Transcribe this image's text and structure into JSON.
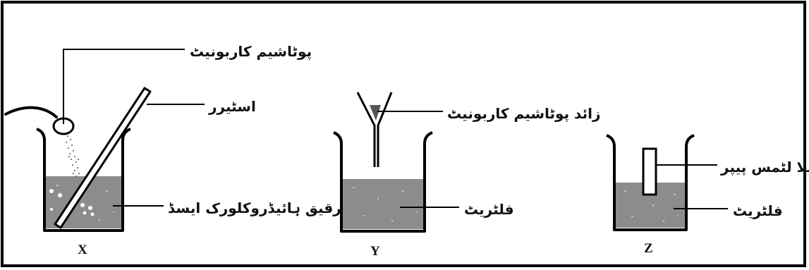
{
  "colors": {
    "frame": "#000000",
    "ink": "#111111",
    "liquid": "#8c8c8c",
    "liquid_speckle": "#bdbdbd",
    "background": "#ffffff"
  },
  "beaker_x": {
    "caption": "X",
    "labels": {
      "potassium_carbonate": "پوٹاشیم کاربونیٹ",
      "stirrer": "اسٹیرر",
      "dilute_hcl": "رقیق ہائیڈروکلورک ایسڈ"
    }
  },
  "beaker_y": {
    "caption": "Y",
    "labels": {
      "excess_potassium_carbonate": "زائد پوٹاشیم کاربونیٹ",
      "filtrate": "فلٹریٹ"
    }
  },
  "beaker_z": {
    "caption": "Z",
    "labels": {
      "blue_litmus_paper": "نیلا لٹمس پیپر",
      "filtrate": "فلٹریٹ"
    }
  }
}
